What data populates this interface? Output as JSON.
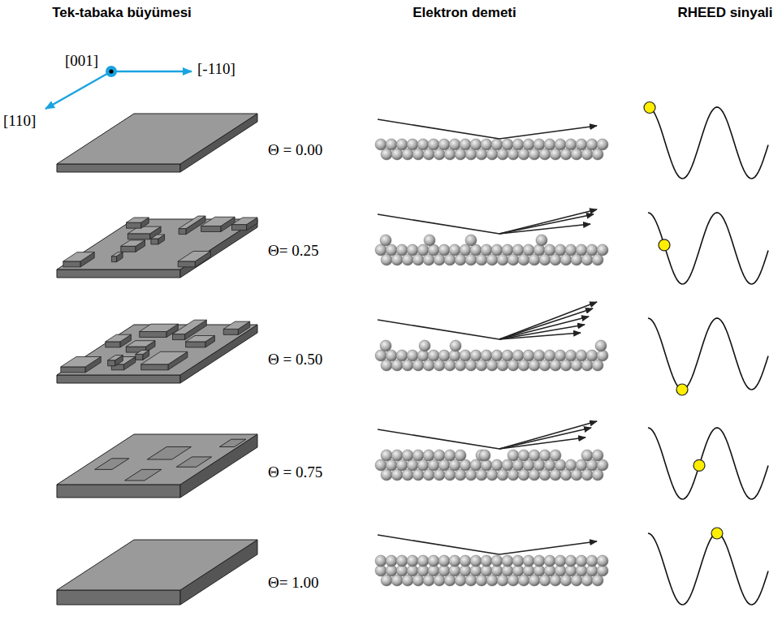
{
  "diagram": {
    "labels": [
      "Tek-tabaka büyümesi",
      "Elektron demeti",
      "RHEED sinyali",
      "[001]",
      "[-110]",
      "[110]",
      "Θ = 0.00",
      "Θ= 0.25",
      "Θ = 0.50",
      "Θ = 0.75",
      "Θ= 1.00"
    ]
  }
}
